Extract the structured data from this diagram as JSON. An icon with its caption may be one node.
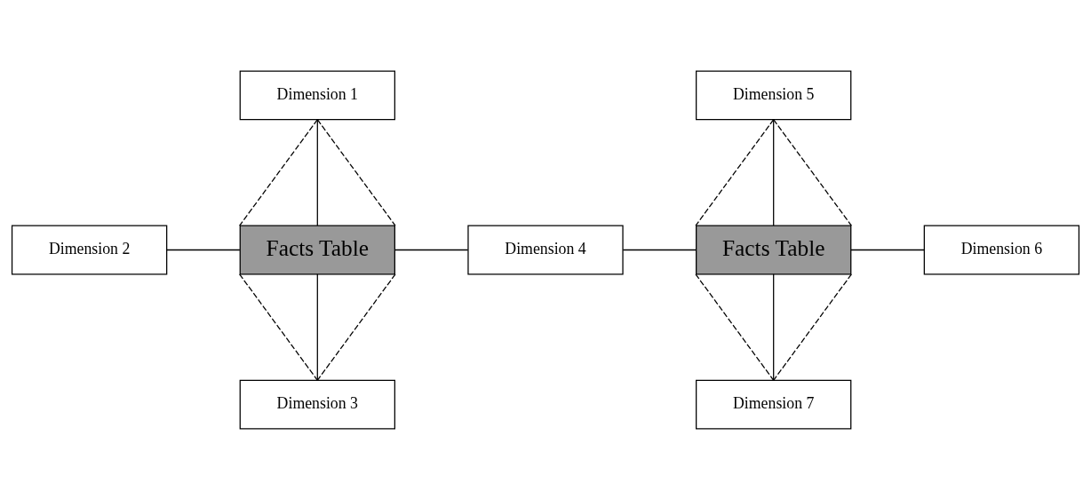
{
  "diagram": {
    "nodes": [
      {
        "text": [
          "Dimension 1"
        ]
      },
      {
        "text": [
          "Dimension 5"
        ]
      },
      {
        "text": [
          "Dimension 2"
        ]
      },
      {
        "text": [
          "Facts Table"
        ]
      },
      {
        "text": [
          "Dimension 4"
        ]
      },
      {
        "text": [
          "Facts Table"
        ]
      },
      {
        "text": [
          "Dimension 6"
        ]
      },
      {
        "text": [
          "Dimension 3"
        ]
      },
      {
        "text": [
          "Dimension 7"
        ]
      }
    ],
    "edges": [
      {
        "from": 0,
        "to": 3,
        "arrow": "none"
      },
      {
        "from": 0,
        "to": 3,
        "arrow": "none",
        "style": "dashed"
      },
      {
        "from": 0,
        "to": 3,
        "arrow": "none",
        "style": "dashed"
      },
      {
        "from": 2,
        "to": 3,
        "arrow": "none"
      },
      {
        "from": 3,
        "to": 4,
        "arrow": "none"
      },
      {
        "from": 3,
        "to": 7,
        "arrow": "none"
      },
      {
        "from": 3,
        "to": 7,
        "arrow": "none",
        "style": "dashed"
      },
      {
        "from": 3,
        "to": 7,
        "arrow": "none",
        "style": "dashed"
      },
      {
        "from": 1,
        "to": 5,
        "arrow": "none"
      },
      {
        "from": 1,
        "to": 5,
        "arrow": "none",
        "style": "dashed"
      },
      {
        "from": 1,
        "to": 5,
        "arrow": "none",
        "style": "dashed"
      },
      {
        "from": 4,
        "to": 5,
        "arrow": "none"
      },
      {
        "from": 5,
        "to": 6,
        "arrow": "none"
      },
      {
        "from": 5,
        "to": 8,
        "arrow": "none"
      },
      {
        "from": 5,
        "to": 8,
        "arrow": "none",
        "style": "dashed"
      },
      {
        "from": 5,
        "to": 8,
        "arrow": "none",
        "style": "dashed"
      }
    ]
  }
}
